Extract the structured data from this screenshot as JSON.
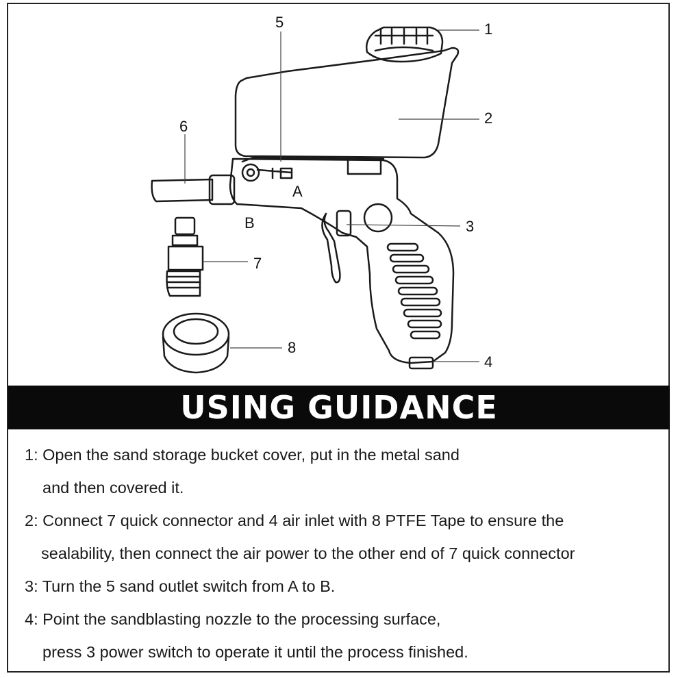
{
  "callouts": {
    "c1": "1",
    "c2": "2",
    "c3": "3",
    "c4": "4",
    "c5": "5",
    "c6": "6",
    "c7": "7",
    "c8": "8",
    "pos_a": "A",
    "pos_b": "B"
  },
  "banner": {
    "title": "USING GUIDANCE"
  },
  "steps": [
    {
      "line1": "1: Open the sand storage bucket cover, put in the metal sand",
      "line2": "and then covered it."
    },
    {
      "line1": "2: Connect 7 quick connector and 4 air inlet with 8 PTFE Tape to ensure the",
      "line2": "sealability, then connect the air power to the other end of 7 quick connector"
    },
    {
      "line1": "3: Turn the 5 sand outlet switch from A to B."
    },
    {
      "line1": "4: Point the sandblasting nozzle to the processing surface,",
      "line2": "press 3 power switch to operate it until the process finished."
    }
  ]
}
